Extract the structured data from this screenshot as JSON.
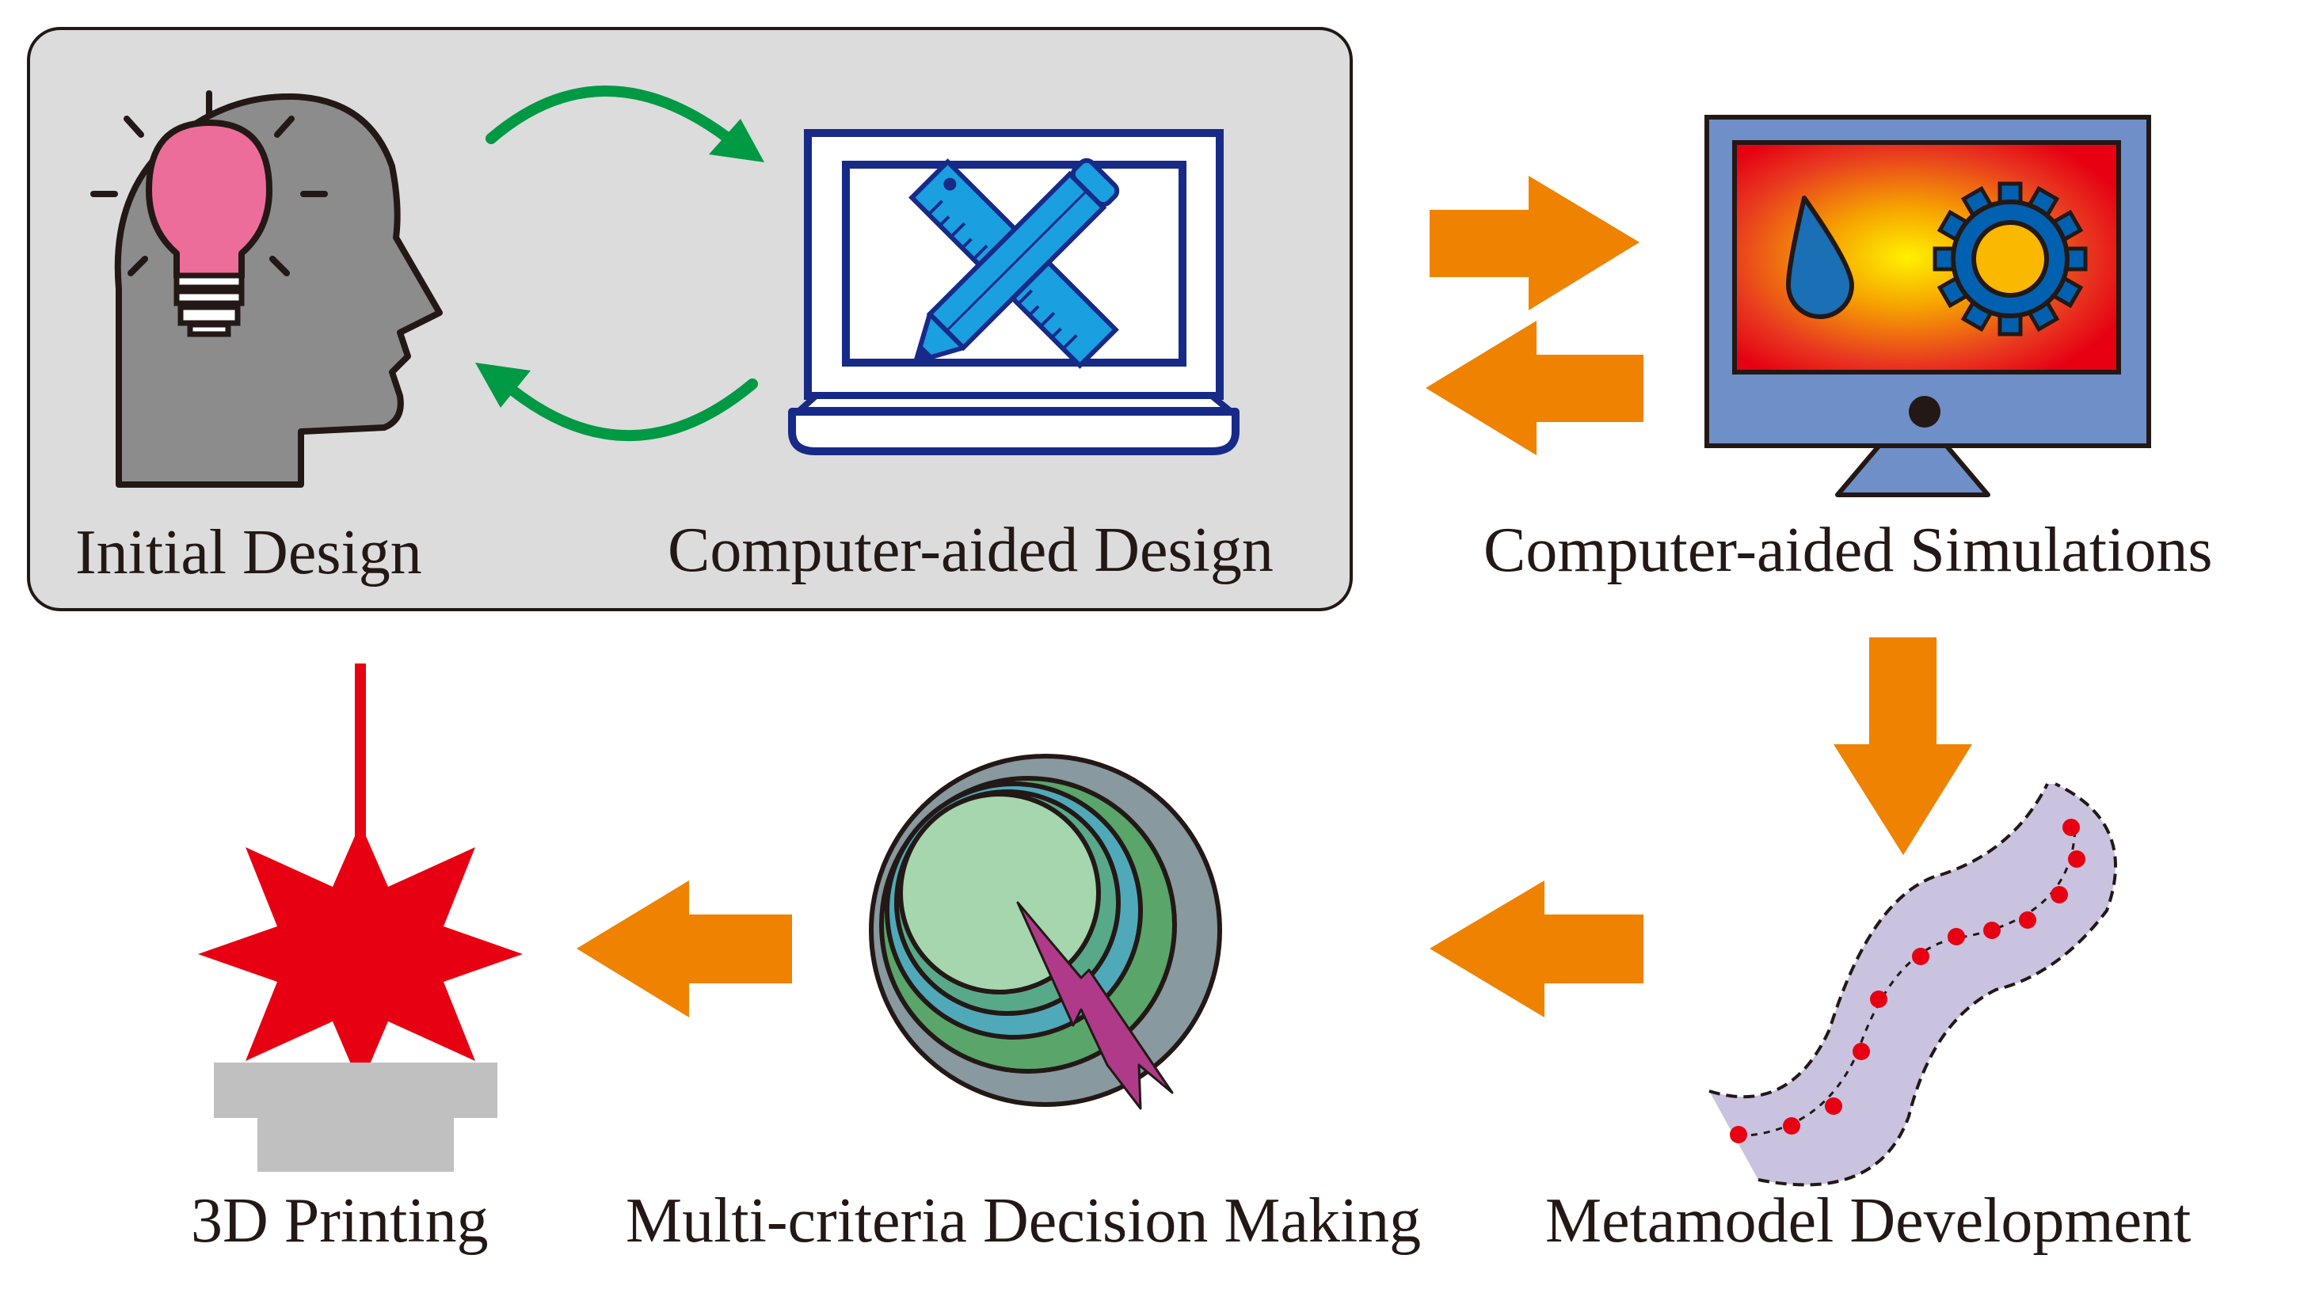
{
  "steps": {
    "initial_design": "Initial Design",
    "computer_aided_design": "Computer-aided Design",
    "computer_aided_simulations": "Computer-aided Simulations",
    "metamodel_development": "Metamodel Development",
    "multi_criteria_decision_making": "Multi-criteria Decision Making",
    "printing_3d": "3D Printing"
  },
  "colors": {
    "flow_arrow": "#ef8200",
    "loop_arrow": "#009944",
    "panel_bg": "#dcdcdc",
    "laser": "#e60012",
    "monitor": "#6f8fc9",
    "lightbulb": "#ec6d9a",
    "tool": "#1a9fe0"
  }
}
